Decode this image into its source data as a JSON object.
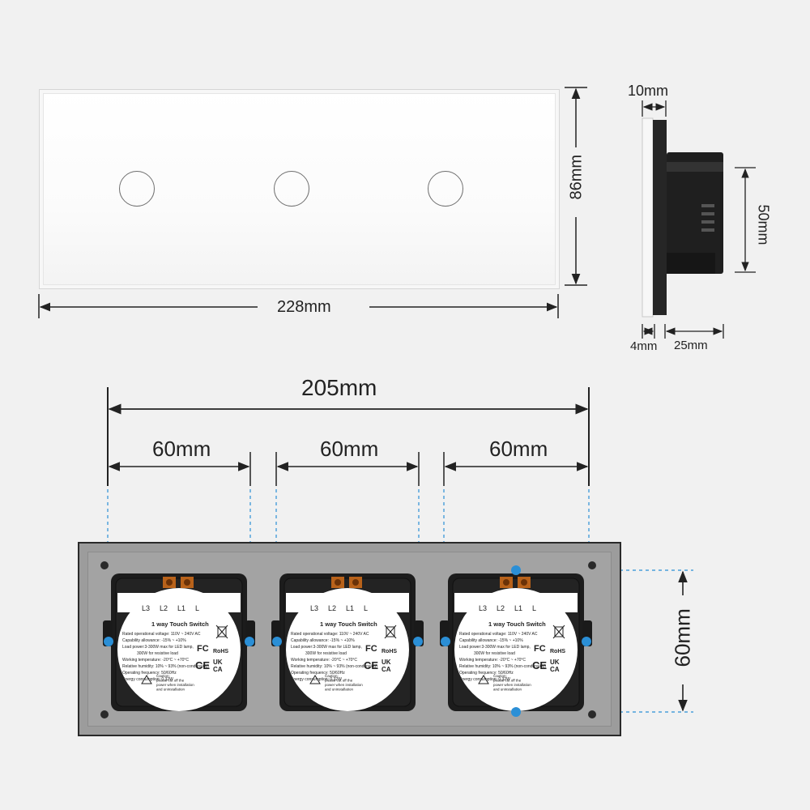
{
  "front_view": {
    "width_label": "228mm",
    "height_label": "86mm"
  },
  "side_view": {
    "glass_label": "10mm",
    "depth_label": "50mm",
    "frame_label": "4mm",
    "body_label": "25mm"
  },
  "back_view": {
    "total_label": "205mm",
    "pitch_labels": [
      "60mm",
      "60mm",
      "60mm"
    ],
    "height_label": "60mm"
  },
  "module": {
    "terminals": [
      "L3",
      "L2",
      "L1",
      "L"
    ],
    "title": "1 way Touch Switch",
    "spec_lines": [
      "Rated operational voltage: 110V ~ 240V AC",
      "Capability allowance: -15% ~ +10%",
      "Load power:3-300W max for LED lamp,",
      "300W for resistive load",
      "Working temperature: -20°C ~ +70°C",
      "Relative humidity: 10% ~ 93% (non-condensing)",
      "Operating frequency: 50/60Hz",
      "Energy consumption: 0.32W"
    ],
    "caution_lines": [
      "Caution:",
      "please cut off the",
      "power when installation",
      "and uninstallation"
    ],
    "marks": {
      "fc": "FC",
      "rohs": "RoHS",
      "ce": "CE",
      "ukca_top": "UK",
      "ukca_bottom": "CA"
    },
    "colors": {
      "body": "#1c1c1c",
      "label": "#ffffff",
      "terminal": "#b8621a",
      "clip": "#2b8fd6"
    }
  }
}
